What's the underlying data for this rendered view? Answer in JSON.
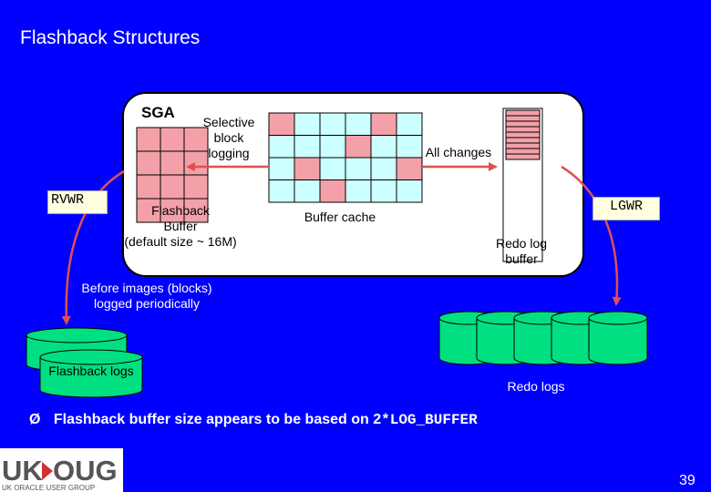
{
  "title": "Flashback Structures",
  "sga_label": "SGA",
  "selective_block_logging": [
    "Selective",
    "block",
    "logging"
  ],
  "all_changes": "All changes",
  "rvwr": "RVWR",
  "lgwr": "LGWR",
  "flashback_buffer": [
    "Flashback",
    "Buffer",
    "(default size ~ 16M)"
  ],
  "buffer_cache": "Buffer cache",
  "redo_log_buffer": [
    "Redo log",
    "buffer"
  ],
  "before_images": [
    "Before images (blocks)",
    "logged periodically"
  ],
  "flashback_logs": "Flashback logs",
  "redo_logs": "Redo logs",
  "bullet": {
    "symbol": "Ø",
    "text": "Flashback buffer size appears to be based on 2",
    "code": "*LOG_BUFFER"
  },
  "logo": {
    "main": "UK OUG",
    "sub": "UK ORACLE USER GROUP"
  },
  "page_number": "39",
  "colors": {
    "background": "#0000ff",
    "pink_block": "#f4a0a8",
    "cyan_block": "#ccffff",
    "arrow": "#e05050",
    "green_disk": "#00e080",
    "cream_box": "#ffffe0"
  }
}
